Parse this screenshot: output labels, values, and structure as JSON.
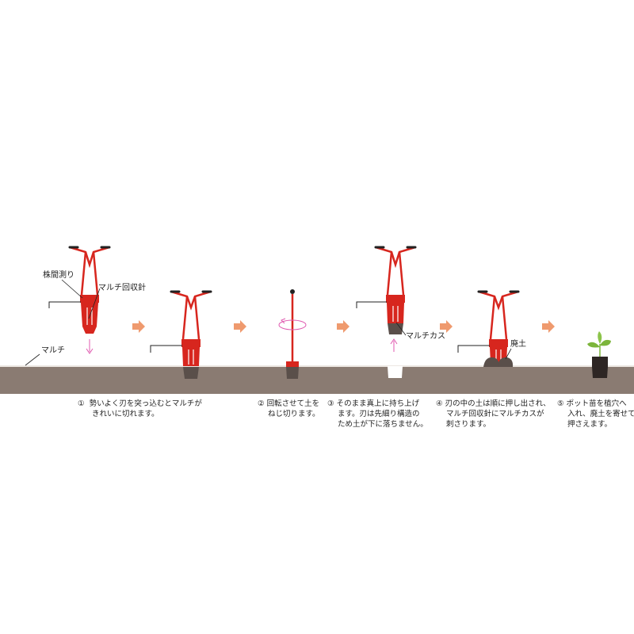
{
  "labels": {
    "spacing_gauge": "株間測り",
    "mulch_collector": "マルチ回収針",
    "mulch": "マルチ",
    "mulch_scrap": "マルチカス",
    "waste_soil": "廃土"
  },
  "captions": [
    {
      "num": "①",
      "lines": [
        "勢いよく刃を突っ込むとマルチが",
        "きれいに切れます。"
      ]
    },
    {
      "num": "②",
      "lines": [
        "回転させて土を",
        "ねじ切ります。"
      ]
    },
    {
      "num": "③",
      "lines": [
        "そのまま真上に持ち上げ",
        "ます。刃は先細り構造の",
        "ため土が下に落ちません。"
      ]
    },
    {
      "num": "④",
      "lines": [
        "刃の中の土は順に押し出され、",
        "マルチ回収針にマルチカスが",
        "刺さります。"
      ]
    },
    {
      "num": "⑤",
      "lines": [
        "ポット苗を植穴へ",
        "入れ、廃土を寄せて",
        "押さえます。"
      ]
    }
  ],
  "colors": {
    "tool_red": "#d7261e",
    "soil": "#8a7b72",
    "soil_dark": "#5a4f4a",
    "arrow": "#ef9a6e",
    "magenta": "#e05ab0",
    "leaf": "#7cb53b"
  }
}
